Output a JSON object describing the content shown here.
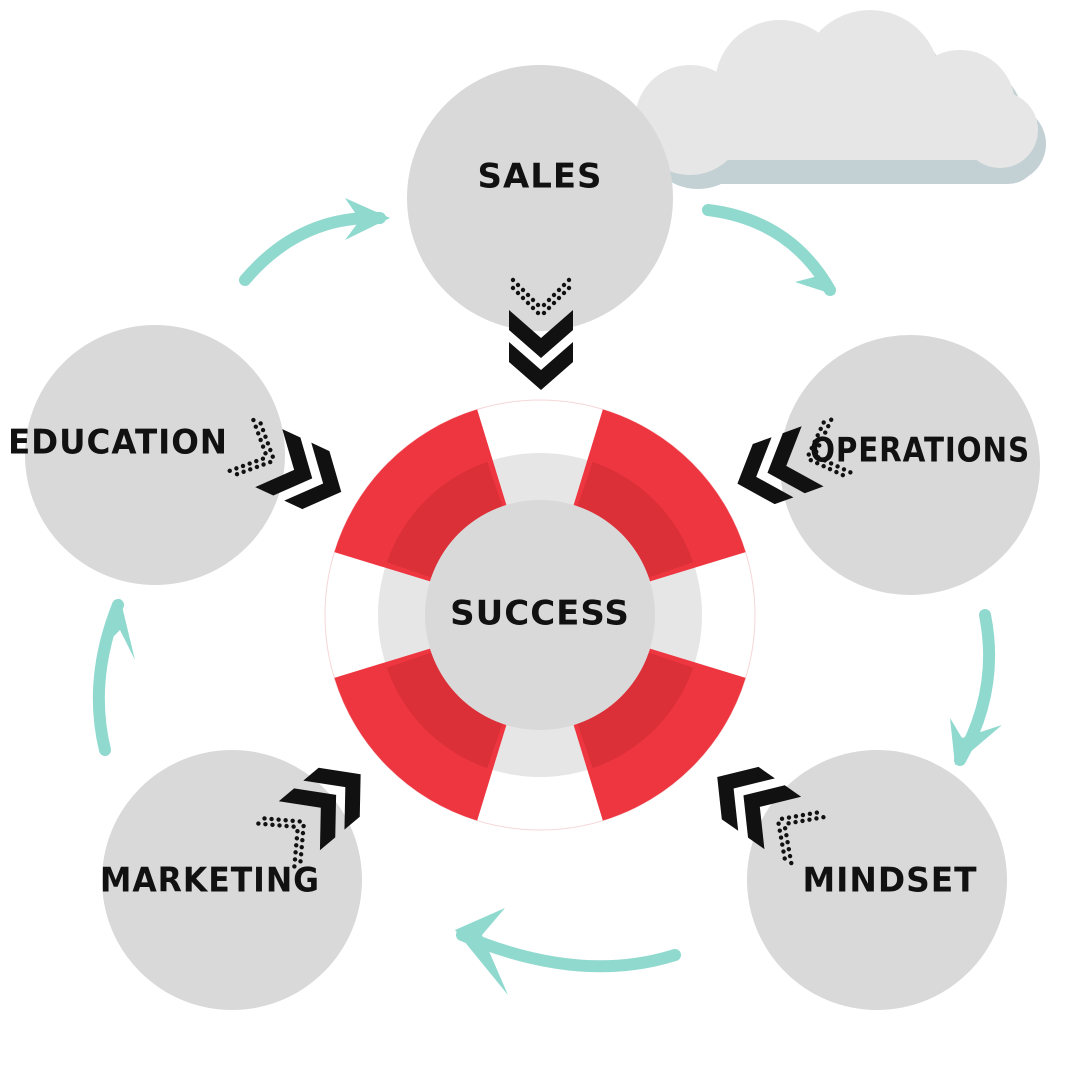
{
  "center": {
    "label": "SUCCESS"
  },
  "nodes": [
    {
      "id": "sales",
      "label": "SALES"
    },
    {
      "id": "operations",
      "label": "OPERATIONS"
    },
    {
      "id": "mindset",
      "label": "MINDSET"
    },
    {
      "id": "marketing",
      "label": "MARKETING"
    },
    {
      "id": "education",
      "label": "EDUCATION"
    }
  ],
  "colors": {
    "node": "#d9d9d9",
    "ring_red": "#ee3640",
    "ring_red_inner": "#dc3038",
    "ring_gray": "#e6e6e6",
    "arrow": "#8fd9cf",
    "chevron": "#111111",
    "cloud": "#e6e6e6",
    "cloud_shadow": "#c3d0d4"
  }
}
